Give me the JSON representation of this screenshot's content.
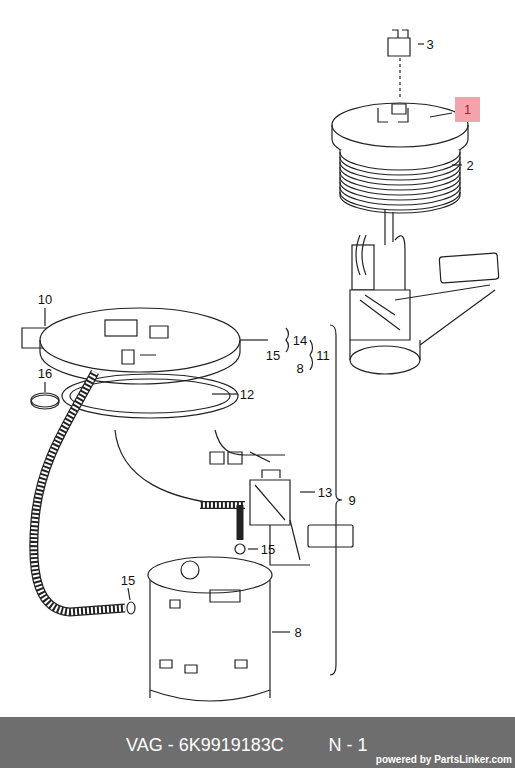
{
  "diagram": {
    "nodes": [
      {
        "text": [
          "1"
        ]
      }
    ],
    "labels": [
      "3",
      "2",
      "10",
      "14",
      "15",
      "11",
      "8",
      "16",
      "12",
      "13",
      "9",
      "15",
      "15",
      "8",
      "VAG - 6K9919183C",
      "N - 1",
      "powered by PartsLinker.com"
    ]
  }
}
